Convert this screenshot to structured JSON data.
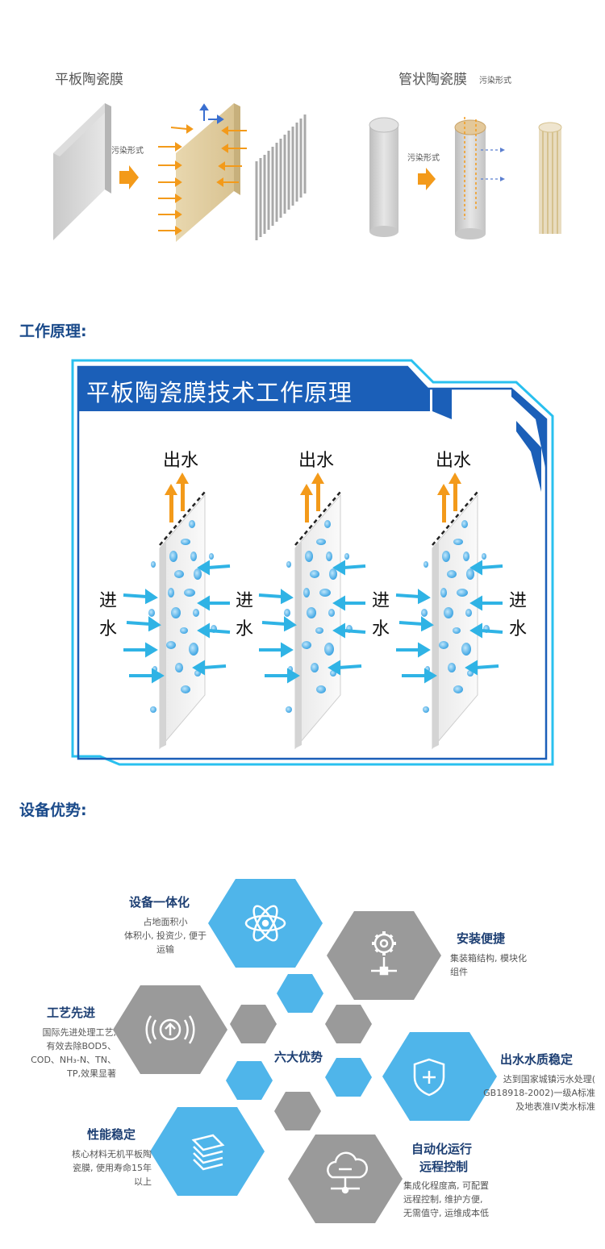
{
  "top": {
    "flat_label": "平板陶瓷膜",
    "tube_label": "管状陶瓷膜",
    "tube_sub": "污染形式",
    "pollution_label_left": "污染形式",
    "pollution_label_right": "污染形式"
  },
  "section_principle": {
    "title": "工作原理:"
  },
  "principle_panel": {
    "title": "平板陶瓷膜技术工作原理",
    "out_water": "出水",
    "in_char_1": "进",
    "in_char_2": "水"
  },
  "section_advantage": {
    "title": "设备优势:"
  },
  "advantages": {
    "center": "六大优势",
    "items": [
      {
        "title": "设备一体化",
        "desc": [
          "占地面积小",
          "体积小, 投资少, 便于",
          "运输"
        ]
      },
      {
        "title": "安装便捷",
        "desc": [
          "集装箱结构, 模块化",
          "组件"
        ]
      },
      {
        "title": "工艺先进",
        "desc": [
          "国际先进处理工艺,",
          "有效去除BOD5、",
          "COD、NH₃-N、TN、",
          "TP,效果显著"
        ]
      },
      {
        "title": "出水水质稳定",
        "desc": [
          "达到国家城镇污水处理(",
          "GB18918-2002)一级A标准",
          "及地表准IV类水标准"
        ]
      },
      {
        "title": "性能稳定",
        "desc": [
          "核心材料无机平板陶",
          "瓷膜, 使用寿命15年",
          "以上"
        ]
      },
      {
        "title": "自动化运行",
        "title2": "远程控制",
        "desc": [
          "集成化程度高, 可配置",
          "远程控制, 维护方便,",
          "无需值守, 运维成本低"
        ]
      }
    ]
  },
  "colors": {
    "accent_blue": "#1b5fb8",
    "cyan": "#29c0ef",
    "hex_blue": "#4fb5ea",
    "hex_gray": "#9a9a9a",
    "arrow_orange": "#f39a1a",
    "title_navy": "#1a4a8a"
  },
  "icons": [
    "atom-icon",
    "gear-network-icon",
    "upload-circle-icon",
    "shield-plus-icon",
    "layers-icon",
    "cloud-network-icon"
  ]
}
